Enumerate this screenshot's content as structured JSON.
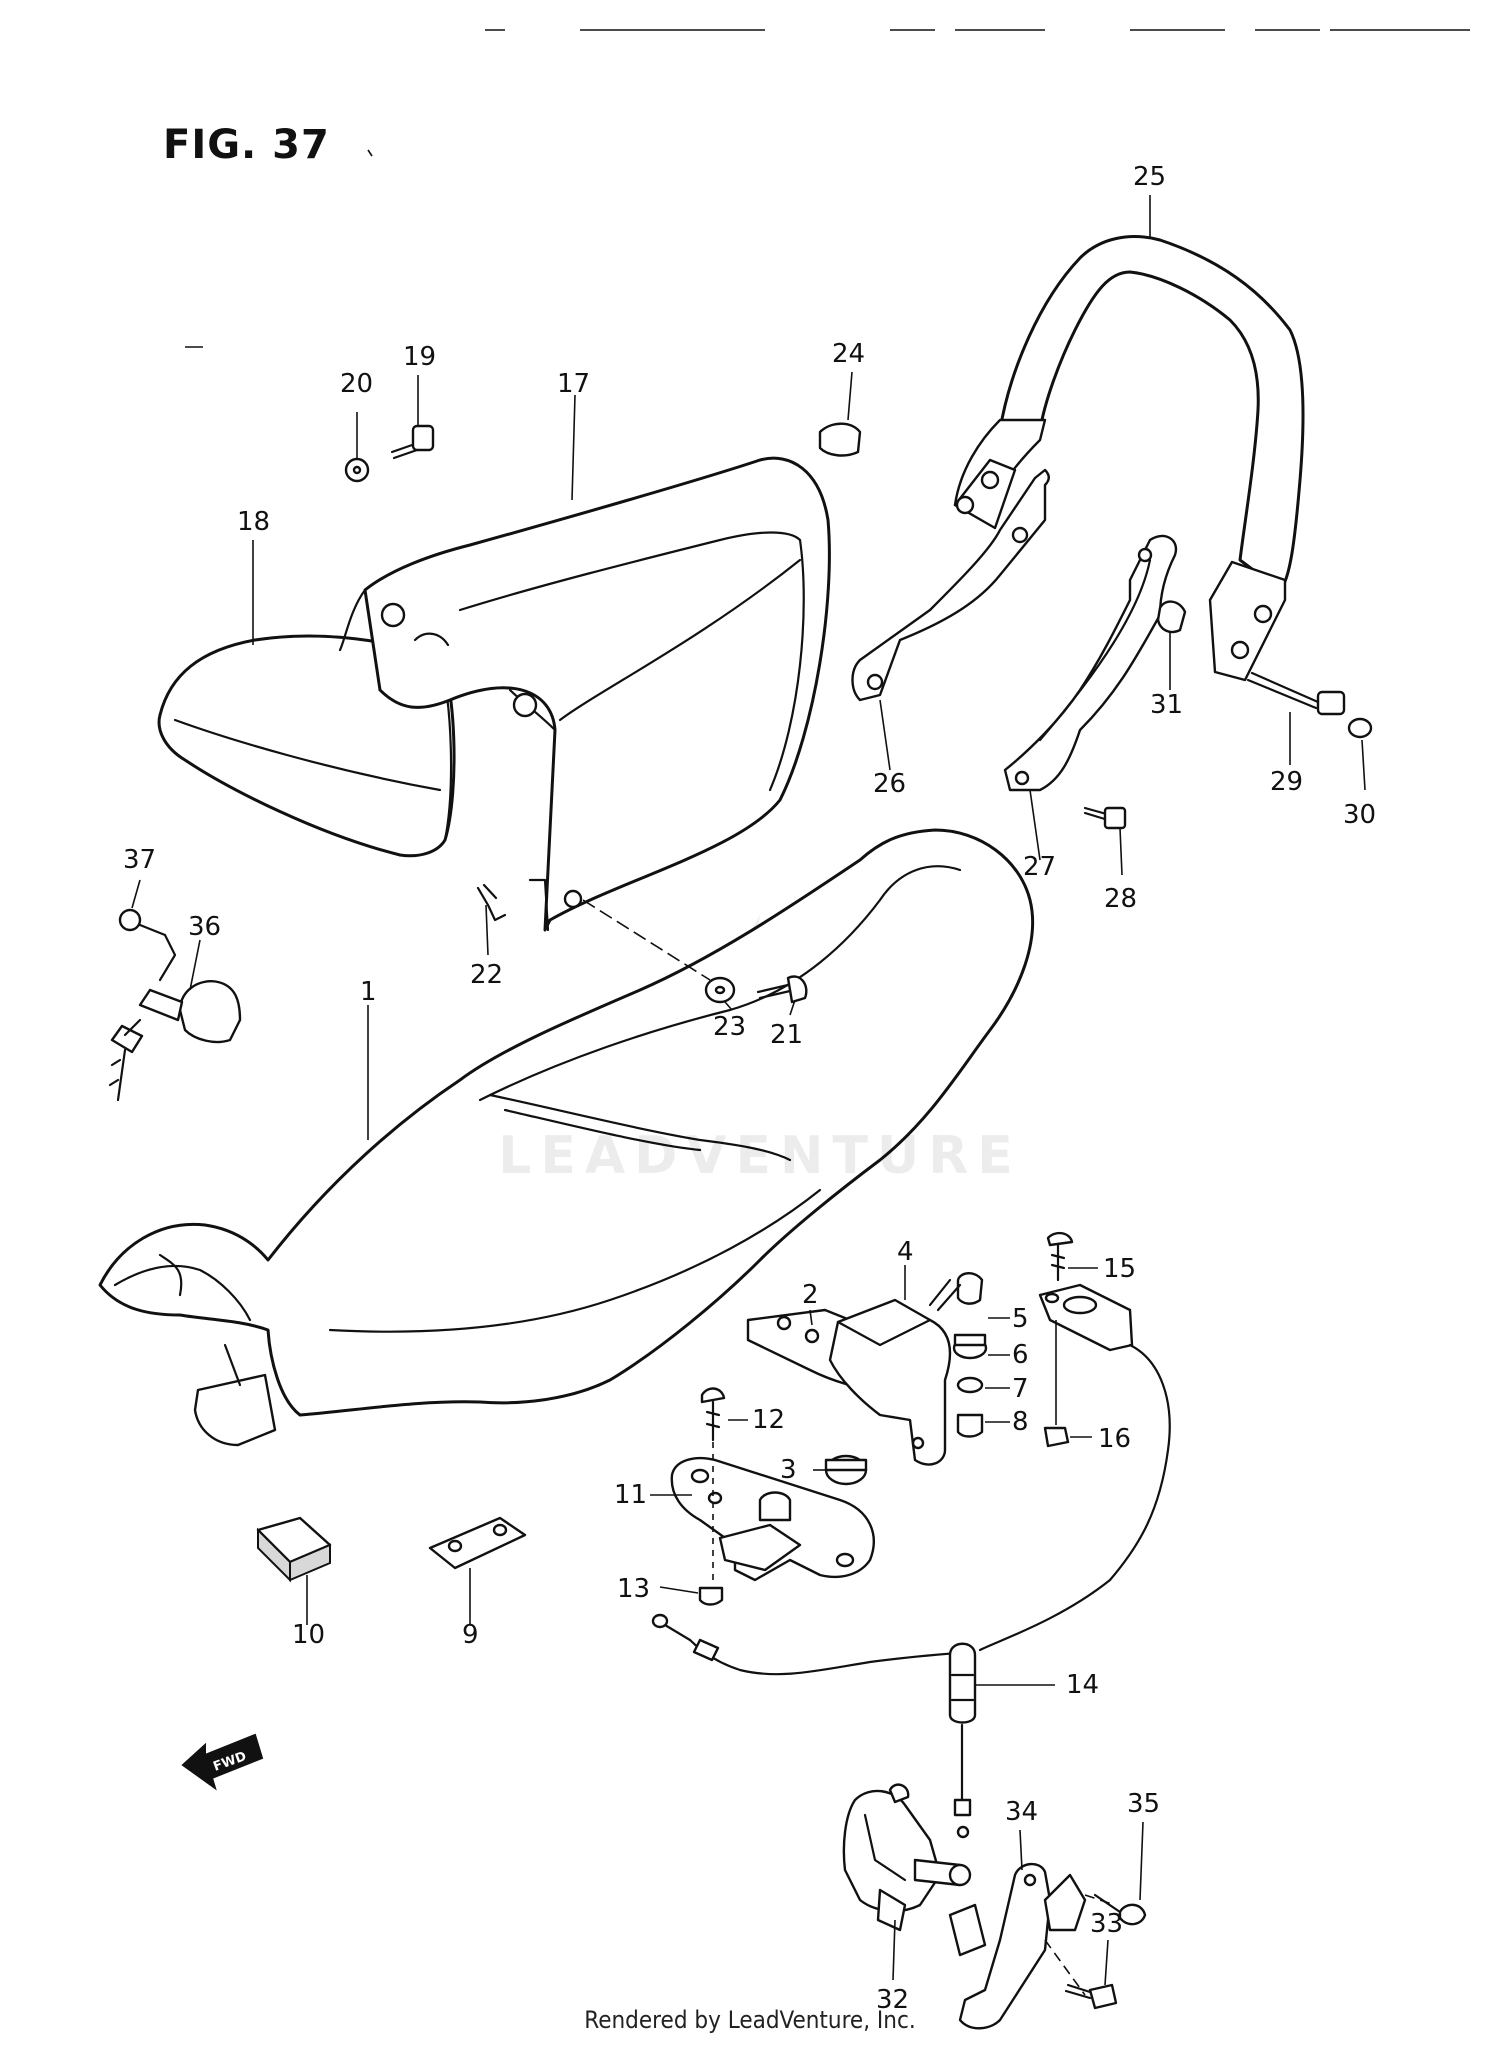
{
  "figure": {
    "title": "FIG. 37",
    "fwd_label": "FWD"
  },
  "watermark": "LEADVENTURE",
  "footer": "Rendered by LeadVenture, Inc.",
  "callouts": [
    "1",
    "2",
    "3",
    "4",
    "5",
    "6",
    "7",
    "8",
    "9",
    "10",
    "11",
    "12",
    "13",
    "14",
    "15",
    "16",
    "17",
    "18",
    "19",
    "20",
    "21",
    "22",
    "23",
    "24",
    "25",
    "26",
    "27",
    "28",
    "29",
    "30",
    "31",
    "32",
    "33",
    "34",
    "35",
    "36",
    "37"
  ]
}
